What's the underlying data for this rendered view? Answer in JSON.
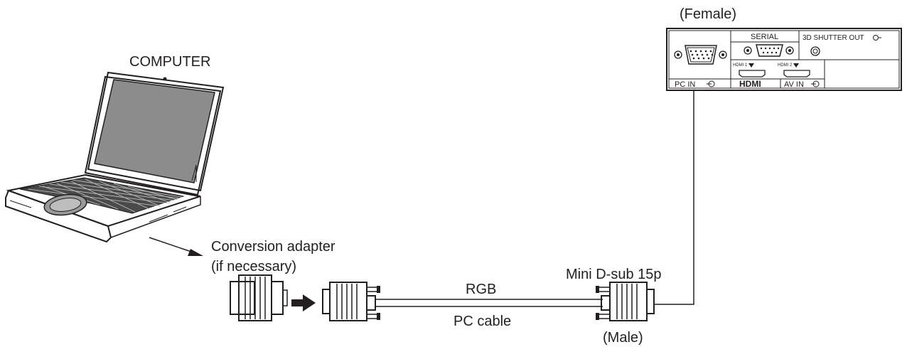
{
  "labels": {
    "computer": "COMPUTER",
    "female": "(Female)",
    "conversion_adapter": "Conversion adapter",
    "if_necessary": "(if necessary)",
    "rgb": "RGB",
    "pc_cable": "PC cable",
    "mini_dsub": "Mini D-sub 15p",
    "male": "(Male)"
  },
  "panel": {
    "serial": "SERIAL",
    "shutter_out": "3D SHUTTER OUT",
    "hdmi1": "HDMI 1",
    "hdmi2": "HDMI 2",
    "hdmi_logo": "HDMI",
    "pc_in": "PC IN",
    "av_in": "AV IN"
  }
}
